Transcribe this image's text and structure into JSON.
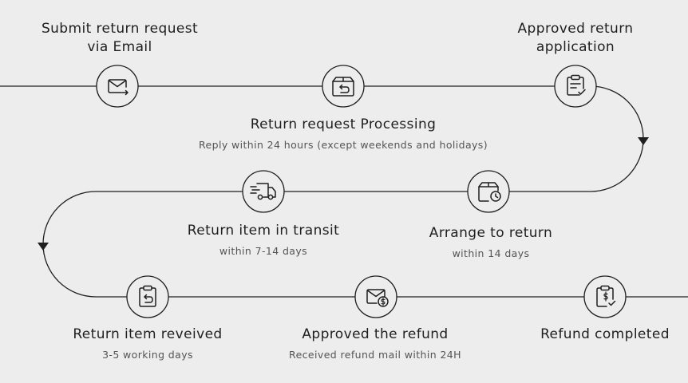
{
  "colors": {
    "background": "#ededed",
    "ink": "#1f1f1f",
    "subtext": "#555555"
  },
  "steps": [
    {
      "title_line1": "Submit return request",
      "title_line2": "via Email",
      "subtitle": "",
      "icon": "mail-forward-icon"
    },
    {
      "title_line1": "Return request Processing",
      "title_line2": "",
      "subtitle": "Reply within 24 hours (except weekends and holidays)",
      "icon": "box-return-icon"
    },
    {
      "title_line1": "Approved return",
      "title_line2": "application",
      "subtitle": "",
      "icon": "clipboard-check-icon"
    },
    {
      "title_line1": "Arrange to return",
      "title_line2": "",
      "subtitle": "within 14 days",
      "icon": "box-clock-icon"
    },
    {
      "title_line1": "Return item in transit",
      "title_line2": "",
      "subtitle": "within 7-14 days",
      "icon": "delivery-truck-icon"
    },
    {
      "title_line1": "Return item reveived",
      "title_line2": "",
      "subtitle": "3-5 working days",
      "icon": "clipboard-return-icon"
    },
    {
      "title_line1": "Approved the refund",
      "title_line2": "",
      "subtitle": "Received refund mail within 24H",
      "icon": "mail-dollar-icon"
    },
    {
      "title_line1": "Refund completed",
      "title_line2": "",
      "subtitle": "",
      "icon": "clipboard-dollar-icon"
    }
  ]
}
